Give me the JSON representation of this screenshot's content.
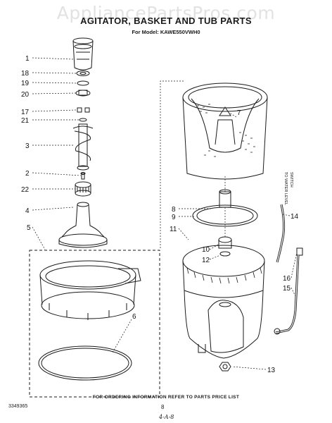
{
  "watermark": "AppliancePartsPros.com",
  "title": "AGITATOR, BASKET AND TUB PARTS",
  "model_line": "For Model: KAWE550VWH0",
  "footer": "FOR ORDERING INFORMATION REFER TO PARTS PRICE LIST",
  "doc_number": "3349365",
  "page_number": "8",
  "handwritten_note": "4-A-8",
  "side_note_line1": "TO WATER LEVEL",
  "side_note_line2": "SWITCH",
  "callouts": [
    "1",
    "18",
    "19",
    "20",
    "17",
    "21",
    "3",
    "2",
    "22",
    "4",
    "5",
    "6",
    "7",
    "8",
    "9",
    "11",
    "10",
    "12",
    "14",
    "16",
    "15",
    "13"
  ],
  "colors": {
    "ink": "#1a1a1a",
    "watermark": "#969696",
    "background": "#ffffff"
  }
}
